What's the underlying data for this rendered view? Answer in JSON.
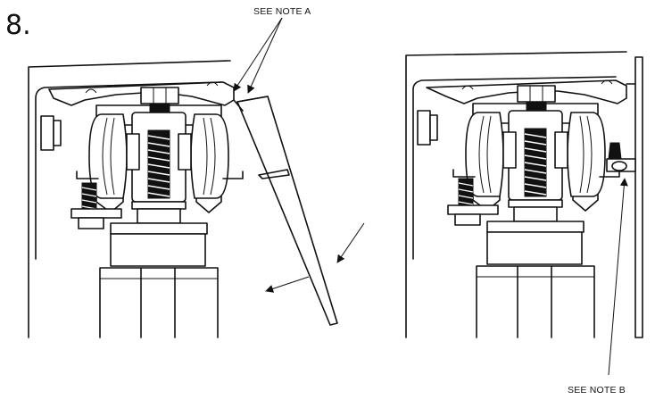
{
  "step_number": "8.",
  "notes": {
    "note_a": "SEE NOTE A",
    "note_b": "SEE NOTE B"
  },
  "colors": {
    "line": "#111111",
    "background": "#ffffff",
    "shade": "#d9d9d9"
  }
}
